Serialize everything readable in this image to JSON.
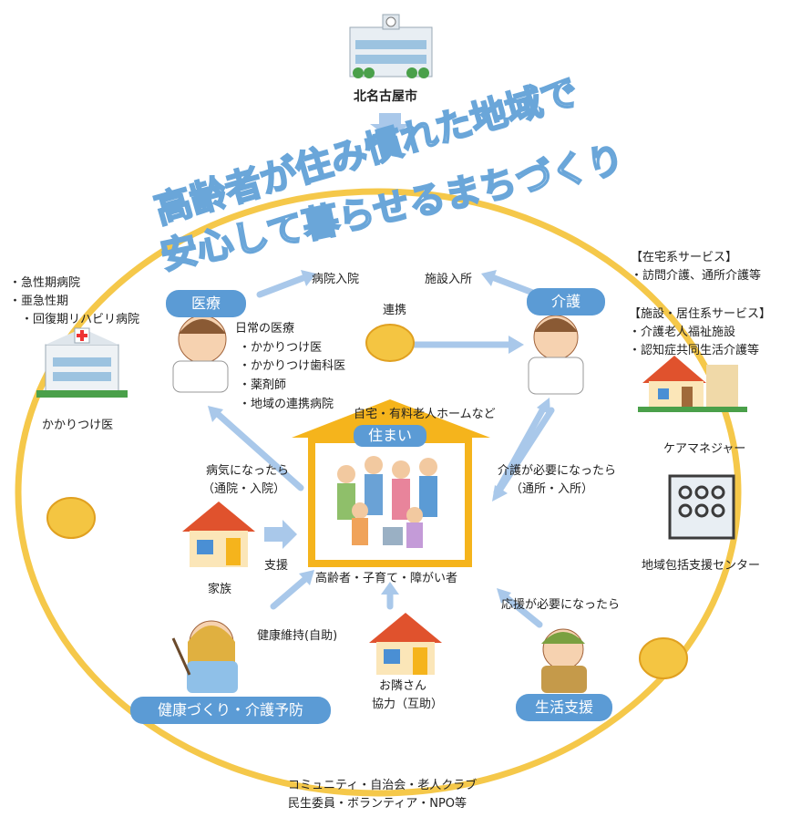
{
  "city": "北名古屋市",
  "title_line1": "高齢者が住み慣れた地域で",
  "title_line2": "安心して暮らせるまちづくり",
  "hospitals": [
    "・急性期病院",
    "・亜急性期",
    "　・回復期リハビリ病院"
  ],
  "hospital_admission": "病院入院",
  "facility_admission": "施設入所",
  "medical_label": "医療",
  "care_label": "介護",
  "home_services": [
    "【在宅系サービス】",
    "・訪問介護、通所介護等"
  ],
  "facility_services": [
    "【施設・居住系サービス】",
    "・介護老人福祉施設",
    "・認知症共同生活介護等"
  ],
  "daily_medical": [
    "日常の医療",
    "・かかりつけ医",
    "・かかりつけ歯科医",
    "・薬剤師",
    "・地域の連携病院"
  ],
  "cooperation": "連携",
  "clinic_caption": "かかりつけ医",
  "care_manager": "ケアマネジャー",
  "housing_types": "自宅・有料老人ホームなど",
  "housing_label": "住まい",
  "when_sick": [
    "病気になったら",
    "（通院・入院）"
  ],
  "when_care_needed": [
    "介護が必要になったら",
    "（通所・入所）"
  ],
  "family": "家族",
  "support": "支援",
  "residents": "高齢者・子育て・障がい者",
  "health_maintenance": "健康維持(自助)",
  "neighbors": [
    "お隣さん",
    "協力（互助）"
  ],
  "help_needed": "応援が必要になったら",
  "support_center": "地域包括支援センター",
  "health_label": "健康づくり・介護予防",
  "life_support_label": "生活支援",
  "community": [
    "コミュニティ・自治会・老人クラブ",
    "民生委員・ボランティア・NPO等"
  ],
  "colors": {
    "circle": "#f5c84a",
    "arrow": "#a9c8ea",
    "pill": "#5b9bd5",
    "house_frame": "#f5b41c",
    "title_fill": "#ffffff",
    "title_stroke": "#6aa6d9"
  }
}
